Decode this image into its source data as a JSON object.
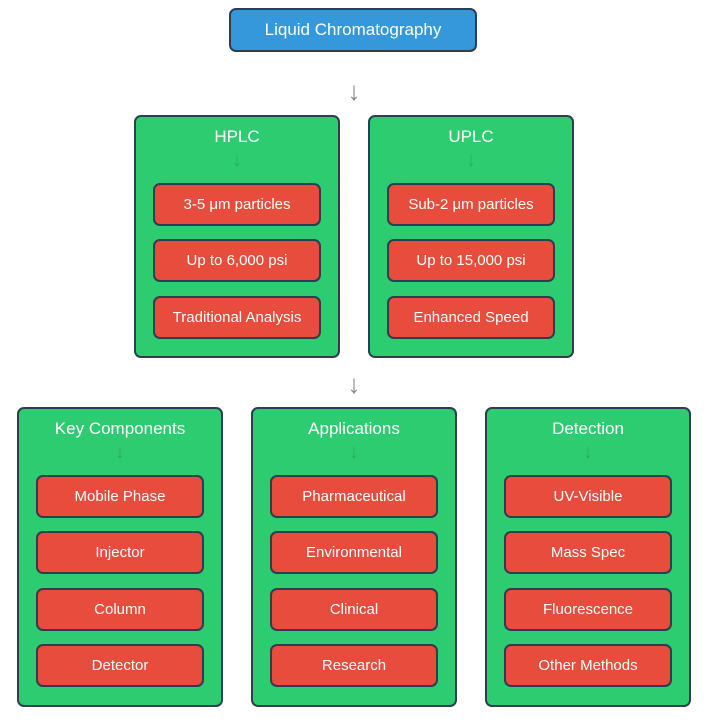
{
  "root": {
    "label": "Liquid Chromatography"
  },
  "arrow_glyph": "↓",
  "level1": [
    {
      "title": "HPLC",
      "items": [
        "3-5 μm particles",
        "Up to 6,000 psi",
        "Traditional Analysis"
      ]
    },
    {
      "title": "UPLC",
      "items": [
        "Sub-2 μm particles",
        "Up to 15,000 psi",
        "Enhanced Speed"
      ]
    }
  ],
  "level2": [
    {
      "title": "Key Components",
      "items": [
        "Mobile Phase",
        "Injector",
        "Column",
        "Detector"
      ]
    },
    {
      "title": "Applications",
      "items": [
        "Pharmaceutical",
        "Environmental",
        "Clinical",
        "Research"
      ]
    },
    {
      "title": "Detection",
      "items": [
        "UV-Visible",
        "Mass Spec",
        "Fluorescence",
        "Other Methods"
      ]
    }
  ],
  "colors": {
    "root_fill": "#3498db",
    "box_fill": "#2ecc71",
    "item_fill": "#e74c3c",
    "border": "#2c3e50",
    "arrow": "#7f8c8d"
  }
}
